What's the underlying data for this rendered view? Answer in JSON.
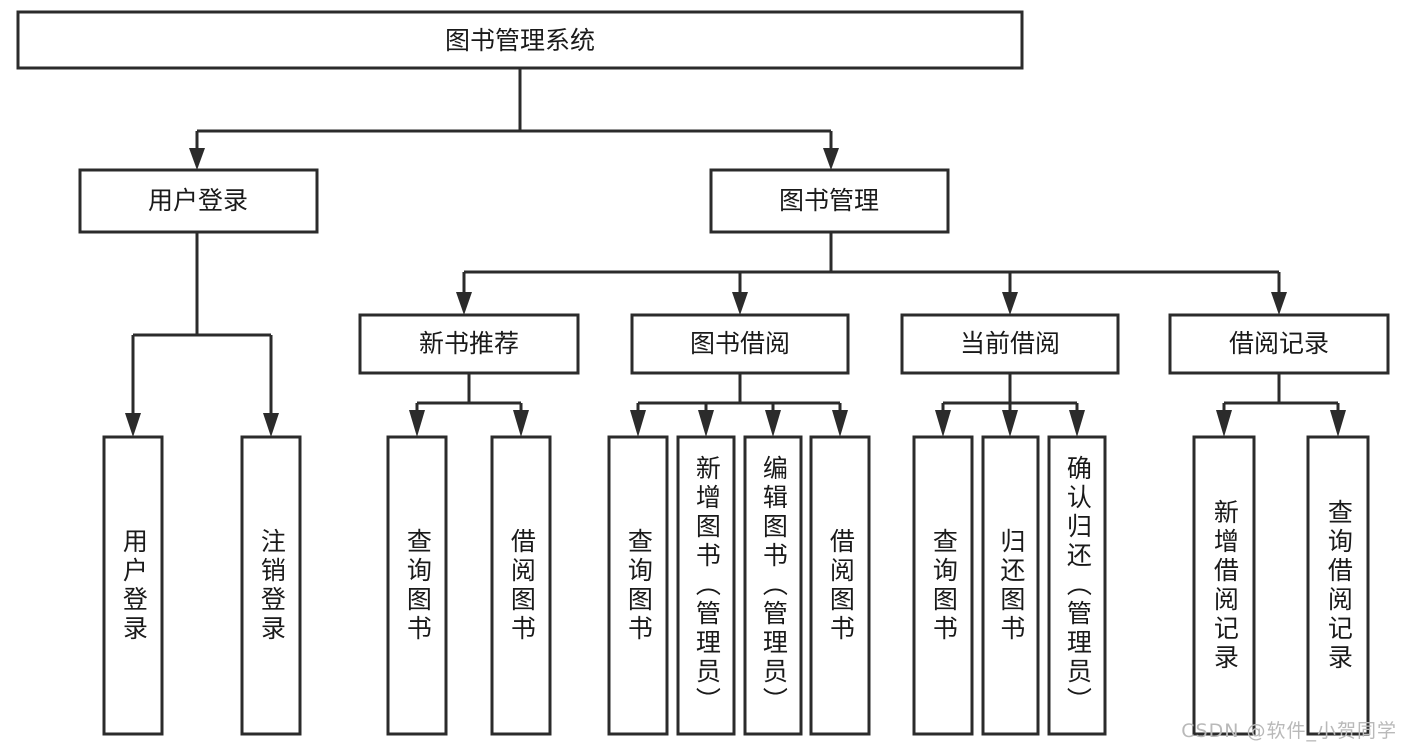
{
  "diagram": {
    "type": "tree",
    "title": "图书管理系统",
    "watermark": "CSDN @软件_小贺同学",
    "colors": {
      "stroke": "#2b2b2b",
      "node_fill": "#ffffff",
      "text": "#1a1a1a",
      "background": "#ffffff",
      "watermark": "#b9b9b9"
    },
    "levels": {
      "root": {
        "label": "图书管理系统"
      },
      "level2": [
        {
          "id": "user-login",
          "label": "用户登录"
        },
        {
          "id": "book-manage",
          "label": "图书管理"
        }
      ],
      "level3": [
        {
          "id": "new-book-recommend",
          "label": "新书推荐",
          "parent": "book-manage"
        },
        {
          "id": "book-borrow",
          "label": "图书借阅",
          "parent": "book-manage"
        },
        {
          "id": "current-borrow",
          "label": "当前借阅",
          "parent": "book-manage"
        },
        {
          "id": "borrow-record",
          "label": "借阅记录",
          "parent": "book-manage"
        }
      ],
      "leaves": [
        {
          "id": "leaf-user-login",
          "label": "用户登录",
          "parent": "user-login"
        },
        {
          "id": "leaf-logout",
          "label": "注销登录",
          "parent": "user-login"
        },
        {
          "id": "leaf-query-book-1",
          "label": "查询图书",
          "parent": "new-book-recommend"
        },
        {
          "id": "leaf-borrow-book-1",
          "label": "借阅图书",
          "parent": "new-book-recommend"
        },
        {
          "id": "leaf-query-book-2",
          "label": "查询图书",
          "parent": "book-borrow"
        },
        {
          "id": "leaf-add-book",
          "label": "新增图书（管理员）",
          "parent": "book-borrow"
        },
        {
          "id": "leaf-edit-book",
          "label": "编辑图书（管理员）",
          "parent": "book-borrow"
        },
        {
          "id": "leaf-borrow-book-2",
          "label": "借阅图书",
          "parent": "book-borrow"
        },
        {
          "id": "leaf-query-book-3",
          "label": "查询图书",
          "parent": "current-borrow"
        },
        {
          "id": "leaf-return-book",
          "label": "归还图书",
          "parent": "current-borrow"
        },
        {
          "id": "leaf-confirm-return",
          "label": "确认归还（管理员）",
          "parent": "current-borrow"
        },
        {
          "id": "leaf-add-record",
          "label": "新增借阅记录",
          "parent": "borrow-record"
        },
        {
          "id": "leaf-query-record",
          "label": "查询借阅记录",
          "parent": "borrow-record"
        }
      ]
    }
  }
}
